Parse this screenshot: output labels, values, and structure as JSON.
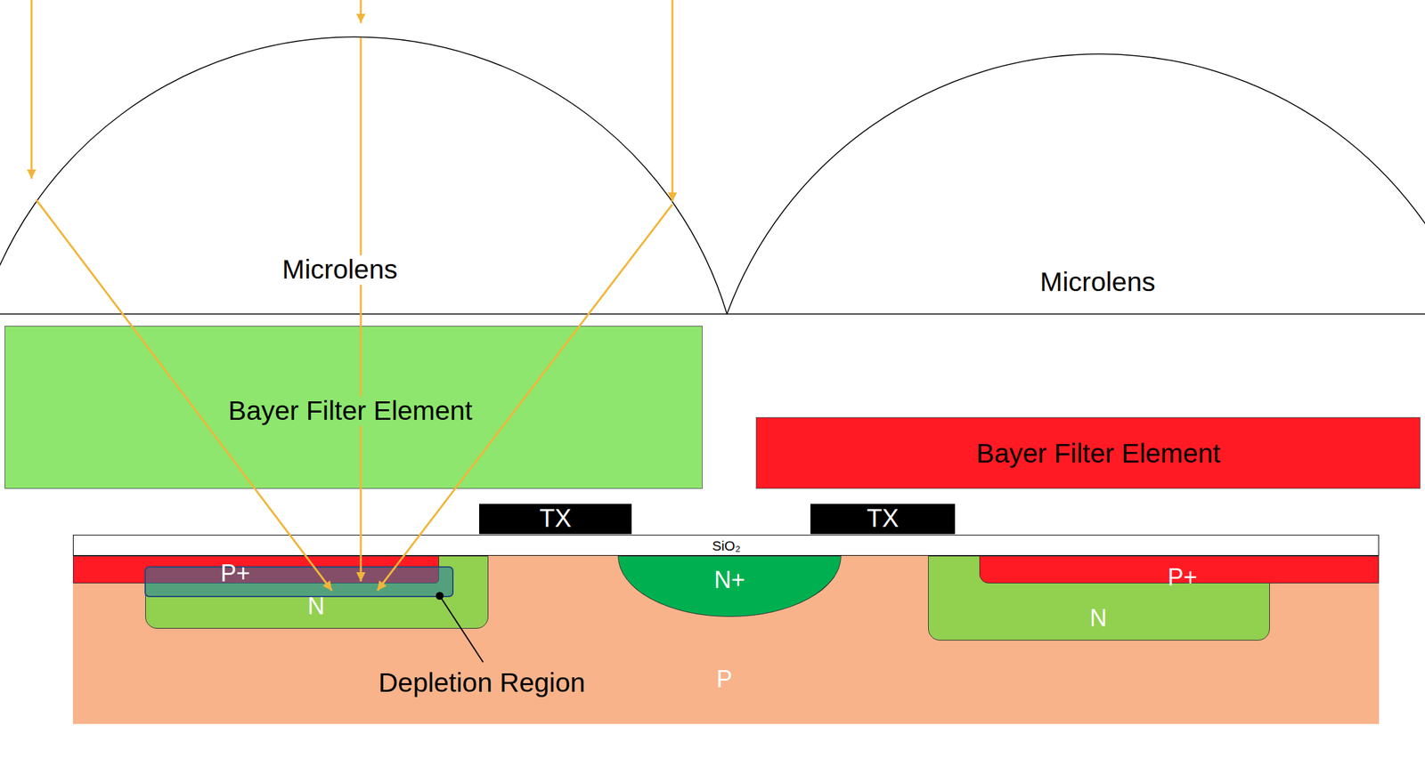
{
  "diagram": {
    "nodes": [
      {
        "text": [
          "Microlens"
        ]
      },
      {
        "text": [
          "Microlens"
        ]
      },
      {
        "text": [
          "Bayer Filter Element"
        ]
      },
      {
        "text": [
          "Bayer Filter Element"
        ]
      },
      {
        "text": [
          "TX"
        ]
      },
      {
        "text": [
          "TX"
        ]
      },
      {
        "text": [
          "SiO₂"
        ]
      },
      {
        "text": [
          "P"
        ]
      },
      {
        "text": [
          "N"
        ],
        "in": 7
      },
      {
        "text": [
          "P+"
        ],
        "in": 7
      },
      {
        "text": [
          "N+"
        ],
        "in": 7
      },
      {
        "text": [
          "N"
        ],
        "in": 7
      },
      {
        "text": [
          "P+"
        ],
        "in": 7
      }
    ],
    "labels": [
      "Depletion Region"
    ]
  }
}
